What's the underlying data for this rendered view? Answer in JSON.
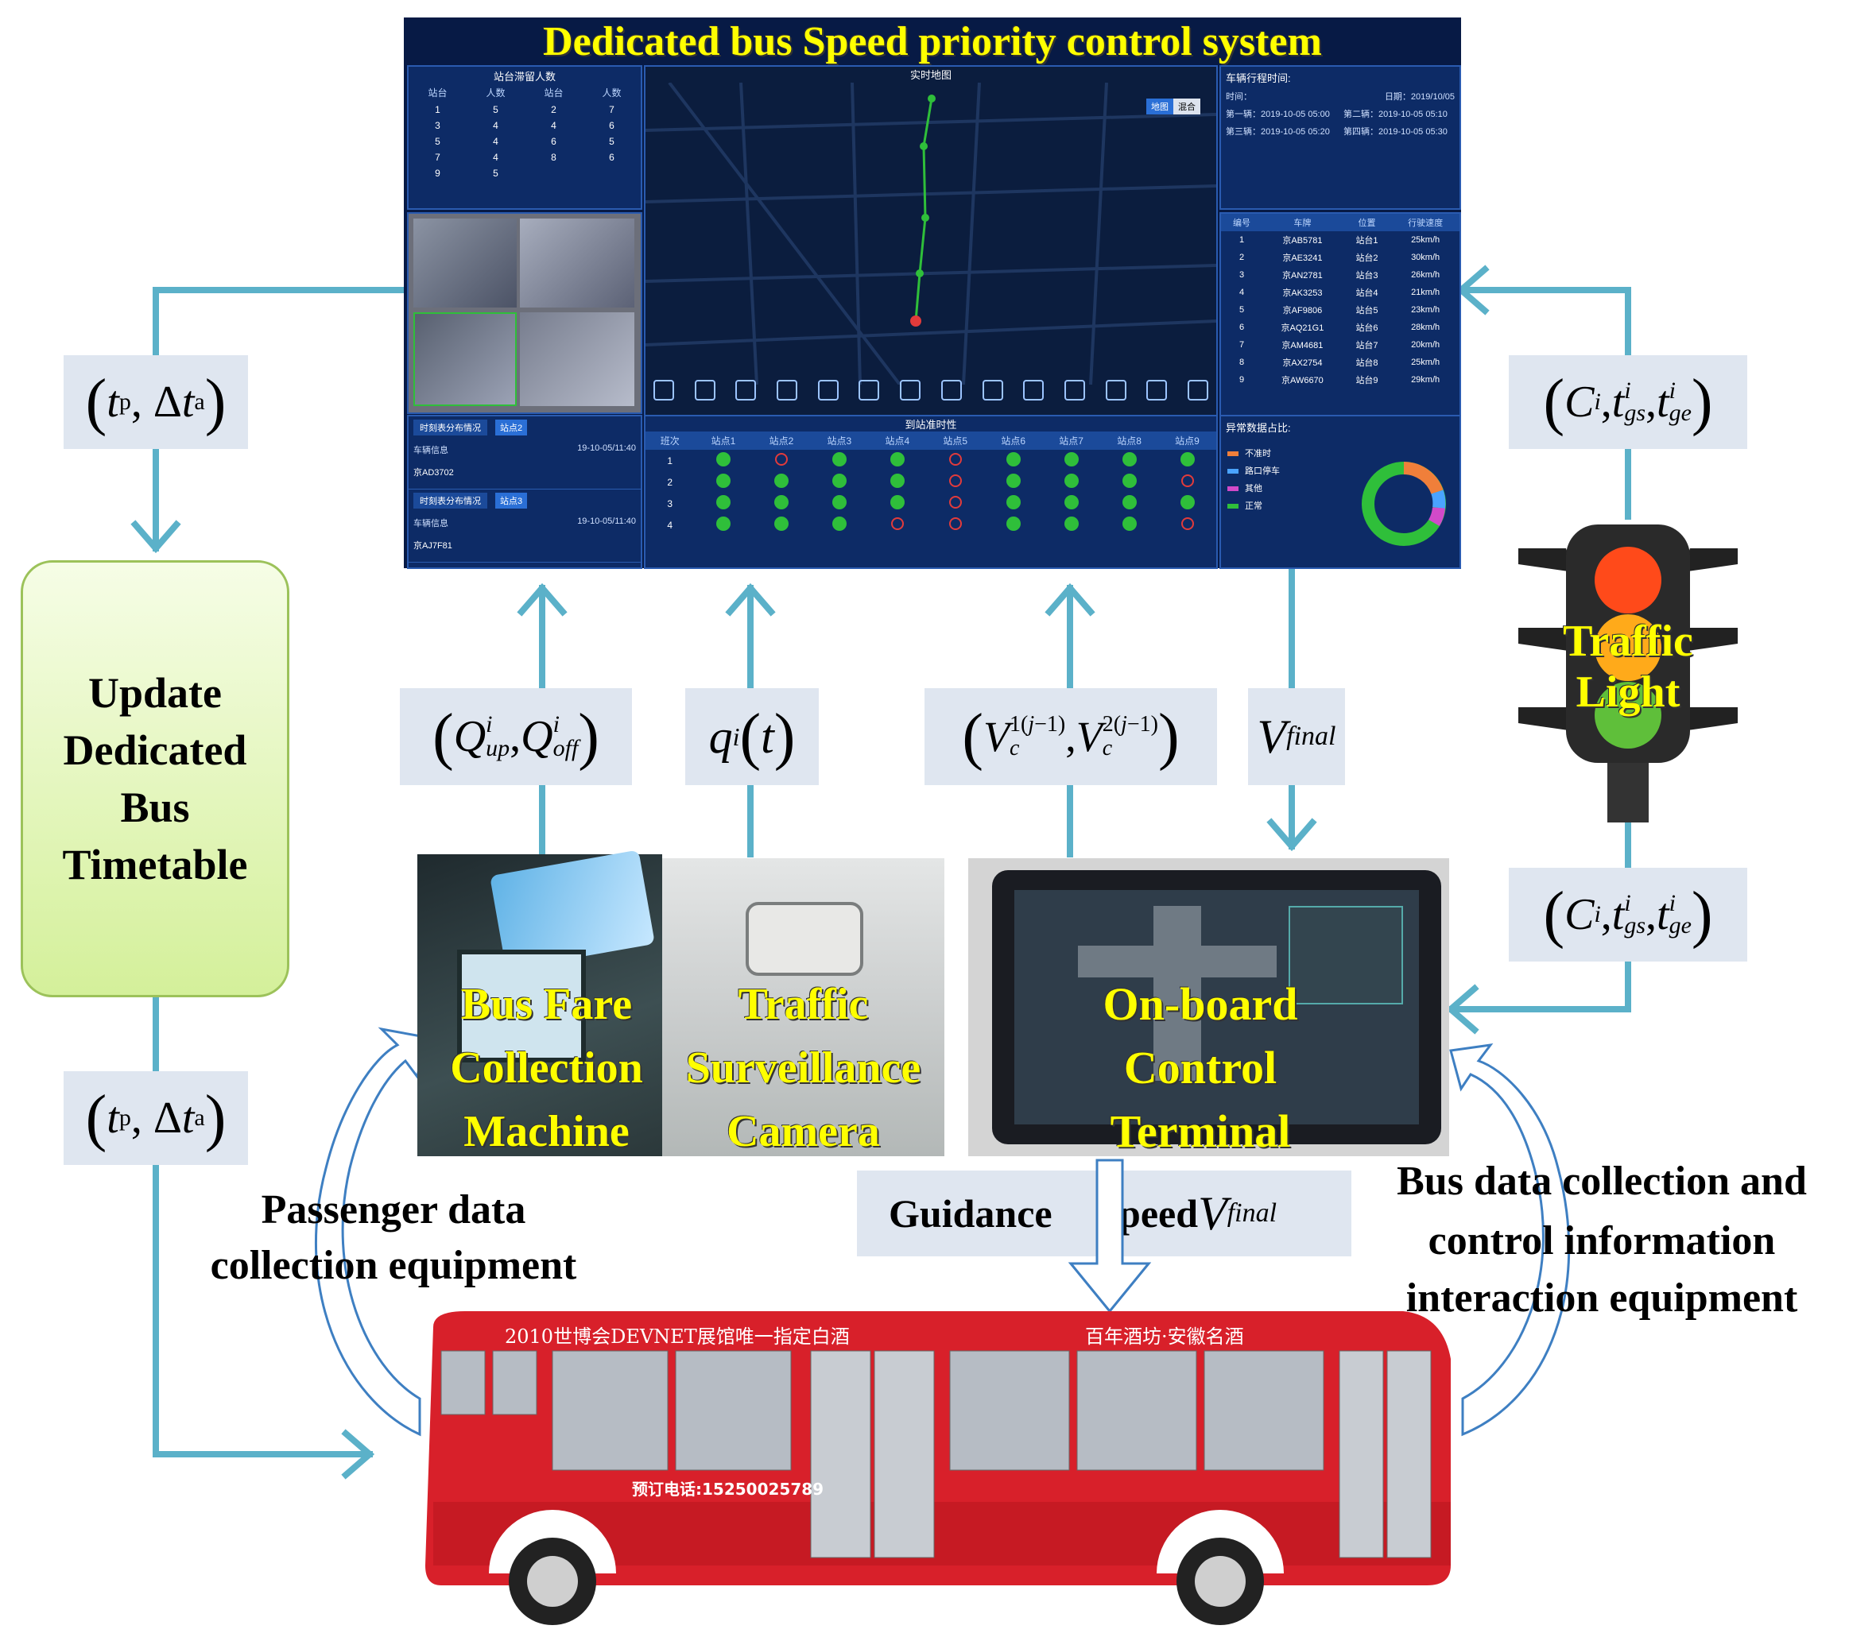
{
  "dashboard": {
    "title": "Dedicated bus Speed priority control system",
    "station_table": {
      "title": "站台滞留人数",
      "headers": [
        "站台",
        "人数",
        "站台",
        "人数"
      ],
      "rows": [
        [
          "1",
          "5",
          "2",
          "7"
        ],
        [
          "3",
          "4",
          "4",
          "6"
        ],
        [
          "5",
          "4",
          "6",
          "5"
        ],
        [
          "7",
          "4",
          "8",
          "6"
        ],
        [
          "9",
          "5",
          "",
          ""
        ]
      ]
    },
    "map_title": "实时地图",
    "map_toggle": [
      "地图",
      "混合"
    ],
    "trip_time": {
      "title": "车辆行程时间:",
      "time_label": "时间：",
      "date": "日期：2019/10/05",
      "entries": [
        "第一辆：2019-10-05 05:00",
        "第二辆：2019-10-05 05:10",
        "第三辆：2019-10-05 05:20",
        "第四辆：2019-10-05 05:30"
      ]
    },
    "vehicle_table": {
      "headers": [
        "编号",
        "车牌",
        "位置",
        "行驶速度"
      ],
      "rows": [
        [
          "1",
          "京AB5781",
          "站台1",
          "25km/h"
        ],
        [
          "2",
          "京AE3241",
          "站台2",
          "30km/h"
        ],
        [
          "3",
          "京AN2781",
          "站台3",
          "26km/h"
        ],
        [
          "4",
          "京AK3253",
          "站台4",
          "21km/h"
        ],
        [
          "5",
          "京AF9806",
          "站台5",
          "23km/h"
        ],
        [
          "6",
          "京AQ21G1",
          "站台6",
          "28km/h"
        ],
        [
          "7",
          "京AM4681",
          "站台7",
          "20km/h"
        ],
        [
          "8",
          "京AX2754",
          "站台8",
          "25km/h"
        ],
        [
          "9",
          "京AW6670",
          "站台9",
          "29km/h"
        ]
      ]
    },
    "schedule_cards": [
      {
        "title": "时刻表分布情况",
        "tag": "站点2",
        "info_label": "车辆信息",
        "time": "19-10-05/11:40",
        "plate": "京AD3702"
      },
      {
        "title": "时刻表分布情况",
        "tag": "站点3",
        "info_label": "车辆信息",
        "time": "19-10-05/11:40",
        "plate": "京AJ7F81"
      }
    ],
    "arrival_table": {
      "title": "到站准时性",
      "headers": [
        "班次",
        "站点1",
        "站点2",
        "站点3",
        "站点4",
        "站点5",
        "站点6",
        "站点7",
        "站点8",
        "站点9"
      ],
      "rows": [
        [
          "1",
          [
            1,
            0,
            1,
            1,
            0,
            1,
            1,
            1,
            1
          ]
        ],
        [
          "2",
          [
            1,
            1,
            1,
            1,
            0,
            1,
            1,
            1,
            0
          ]
        ],
        [
          "3",
          [
            1,
            1,
            1,
            1,
            0,
            1,
            1,
            1,
            1
          ]
        ],
        [
          "4",
          [
            1,
            1,
            1,
            0,
            0,
            1,
            1,
            1,
            0
          ]
        ]
      ]
    },
    "anomaly": {
      "title": "异常数据占比:",
      "legend": [
        {
          "label": "不准时",
          "color": "#f07f3a"
        },
        {
          "label": "路口停车",
          "color": "#4aa3ff"
        },
        {
          "label": "其他",
          "color": "#d14ac9"
        },
        {
          "label": "正常",
          "color": "#2fbf3a"
        }
      ]
    }
  },
  "labels": {
    "tp_top": "(t_p, Δt_a)",
    "tp_bottom": "(t_p, Δt_a)",
    "q_updown": "(Q_up^i, Q_off^i)",
    "q_flow": "q_i(t)",
    "vc": "(V_c^{1(j-1)}, V_c^{2(j-1)})",
    "vfinal": "V_final",
    "c_top": "(C_i, t_gs^i, t_ge^i)",
    "c_bottom": "(C_i, t_gs^i, t_ge^i)"
  },
  "update_box": {
    "text": "Update Dedicated Bus Timetable"
  },
  "traffic_light": {
    "label_line1": "Traffic",
    "label_line2": "Light"
  },
  "devices": {
    "fare": {
      "line1": "Bus Fare",
      "line2": "Collection",
      "line3": "Machine"
    },
    "camera": {
      "line1": "Traffic",
      "line2": "Surveillance",
      "line3": "Camera"
    },
    "terminal": {
      "line1": "On-board",
      "line2": "Control",
      "line3": "Terminal"
    }
  },
  "guidance": {
    "word1": "Guidance",
    "word2": "speed",
    "var": "V",
    "sub": "final"
  },
  "passenger_equipment": {
    "line1": "Passenger data",
    "line2": "collection equipment"
  },
  "bus_equipment": {
    "line1": "Bus data collection and",
    "line2": "control information",
    "line3": "interaction equipment"
  },
  "bus": {
    "banner": "2010世博会DEVNET展馆唯一指定白酒",
    "banner2": "百年酒坊·安徽名酒",
    "phone": "预订电话:15250025789"
  },
  "colors": {
    "arrow": "#5bb1c9",
    "panel": "#0d2b66",
    "label_bg": "#dfe6f0",
    "box": "#e9f7c6",
    "title": "#ffff00"
  }
}
